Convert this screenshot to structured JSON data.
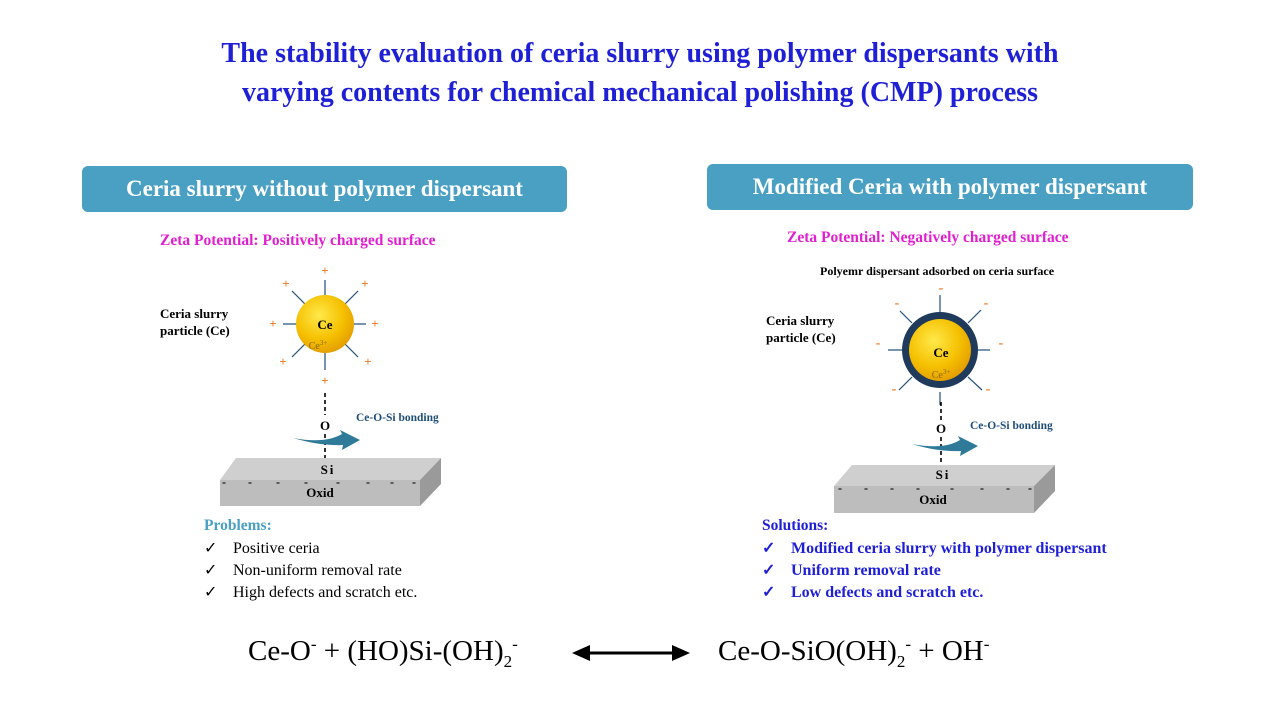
{
  "title": {
    "line1": "The stability evaluation of ceria slurry using polymer dispersants with",
    "line2": "varying contents for chemical mechanical polishing (CMP) process"
  },
  "left": {
    "header": "Ceria slurry without polymer dispersant",
    "zeta": "Zeta Potential: Positively charged surface",
    "particle_label_1": "Ceria slurry",
    "particle_label_2": "particle (Ce)",
    "particle_text": "Ce",
    "ion_text": "Ce",
    "ion_sup": "3+",
    "charge_symbol": "+",
    "oxygen": "O",
    "silicon": "Si",
    "oxide": "Oxid",
    "bond_label": "Ce-O-Si bonding",
    "list_title": "Problems:",
    "list_title_color": "#4aa0c3",
    "items": [
      "Positive ceria",
      "Non-uniform removal rate",
      "High defects and scratch etc."
    ]
  },
  "right": {
    "header": "Modified Ceria with polymer dispersant",
    "zeta": "Zeta Potential: Negatively charged surface",
    "adsorbed_label": "Polyemr dispersant adsorbed on ceria surface",
    "particle_label_1": "Ceria slurry",
    "particle_label_2": "particle (Ce)",
    "particle_text": "Ce",
    "ion_text": "Ce",
    "ion_sup": "3+",
    "charge_symbol": "-",
    "oxygen": "O",
    "silicon": "Si",
    "oxide": "Oxid",
    "bond_label": "Ce-O-Si bonding",
    "list_title": "Solutions:",
    "list_title_color": "#1f1fd6",
    "items": [
      "Modified ceria slurry with polymer dispersant",
      "Uniform removal rate",
      "Low defects and scratch etc."
    ]
  },
  "check_symbol": "✓",
  "equation": {
    "left_a": "Ce-O",
    "left_a_sup": "-",
    "left_b": " + (HO)Si-(OH)",
    "left_b_sub": "2",
    "left_b_sup": "-",
    "right_a": "Ce-O-SiO(OH)",
    "right_a_sub": "2",
    "right_a_sup": "-",
    "right_b": " + OH",
    "right_b_sup": "-"
  },
  "colors": {
    "title": "#1f1fd6",
    "panel_header_bg": "#4aa0c3",
    "zeta": "#e020d0",
    "plus_charge": "#f07820",
    "minus_charge": "#f07820",
    "particle_core": "#f5c000",
    "polymer_shell": "#1f3a5a",
    "spokes": "#1f4e79",
    "bond_text": "#1f4e79",
    "arrow": "#2e7a98",
    "slab_top": "#cfcfcf",
    "slab_front": "#bdbdbd",
    "slab_side": "#9a9a9a"
  }
}
